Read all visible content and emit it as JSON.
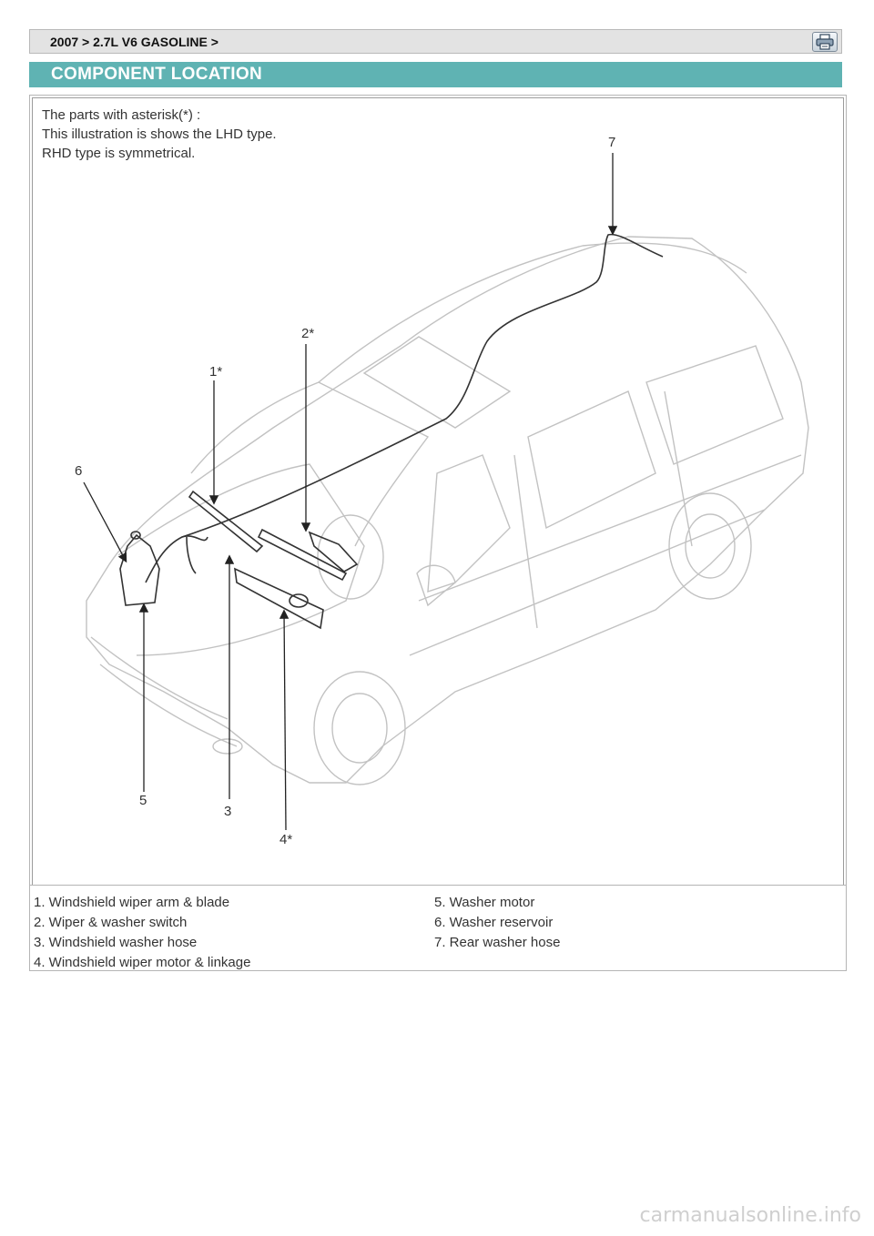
{
  "breadcrumb": "2007 > 2.7L V6 GASOLINE >",
  "toolbar": {
    "print_icon": "printer-icon"
  },
  "section_title": "COMPONENT LOCATION",
  "figure": {
    "notes": [
      "The parts with asterisk(*) :",
      "This illustration is shows the LHD type.",
      "RHD type is symmetrical."
    ],
    "callouts": {
      "c1": "1*",
      "c2": "2*",
      "c3": "3",
      "c4": "4*",
      "c5": "5",
      "c6": "6",
      "c7": "7"
    }
  },
  "legend": {
    "left": [
      "1. Windshield wiper arm & blade",
      "2. Wiper & washer switch",
      "3. Windshield washer hose",
      "4. Windshield wiper motor & linkage"
    ],
    "right": [
      "5. Washer motor",
      "6. Washer reservoir",
      "7. Rear washer hose"
    ]
  },
  "watermark": "carmanualsonline.info"
}
